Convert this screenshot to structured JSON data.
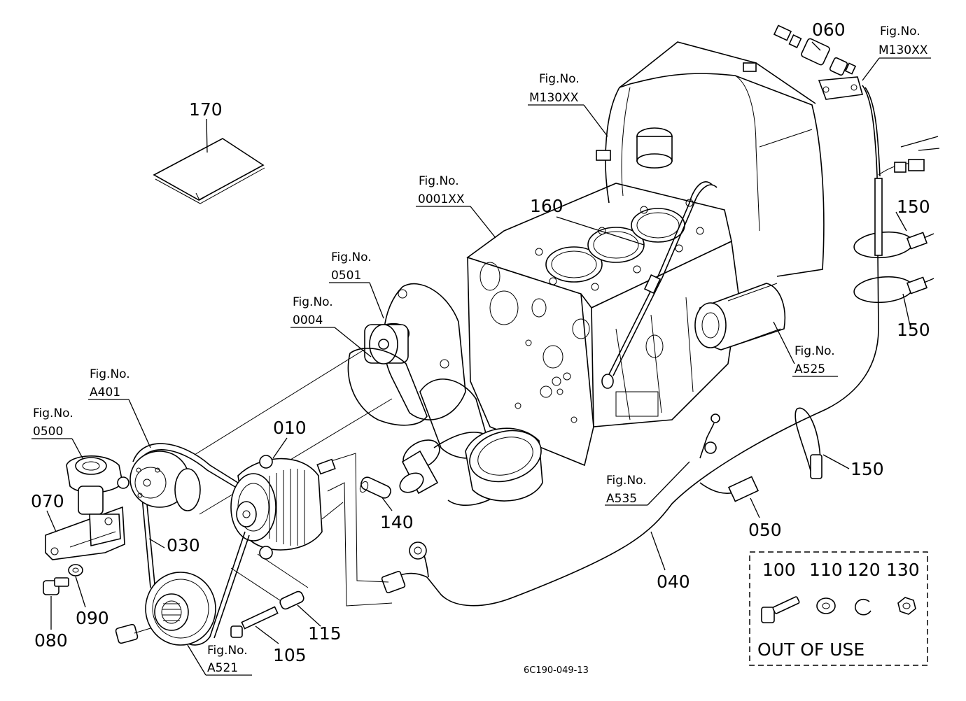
{
  "part_numbers": {
    "p010": "010",
    "p030": "030",
    "p040": "040",
    "p050": "050",
    "p060": "060",
    "p070": "070",
    "p080": "080",
    "p090": "090",
    "p100": "100",
    "p105": "105",
    "p110": "110",
    "p115": "115",
    "p120": "120",
    "p130": "130",
    "p140": "140",
    "p150_a": "150",
    "p150_b": "150",
    "p150_c": "150",
    "p160": "160",
    "p170": "170"
  },
  "figure_refs": {
    "prefix": "Fig.No.",
    "m130xx_top": "M130XX",
    "m130xx_left": "M130XX",
    "f0001xx": "0001XX",
    "f0501": "0501",
    "f0004": "0004",
    "a401": "A401",
    "f0500": "0500",
    "a525": "A525",
    "a535": "A535",
    "a521": "A521"
  },
  "out_of_use_box": {
    "label": "OUT OF USE"
  },
  "drawing_code": "6C190-049-13"
}
